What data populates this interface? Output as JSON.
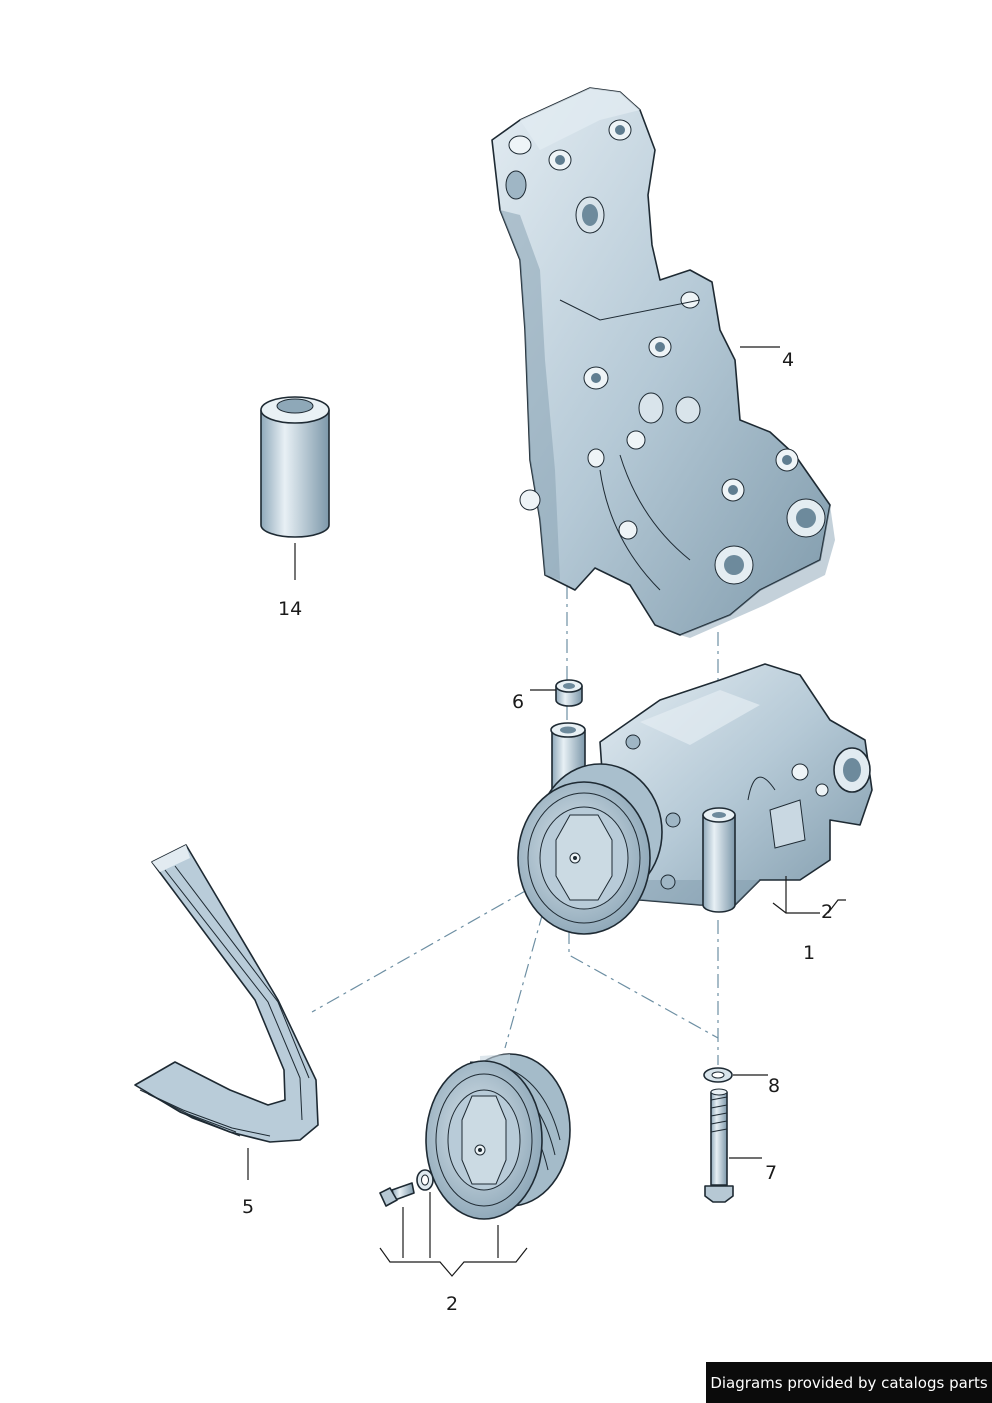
{
  "callouts": [
    {
      "id": "1",
      "label": "1"
    },
    {
      "id": "2a",
      "label": "2"
    },
    {
      "id": "2b",
      "label": "2"
    },
    {
      "id": "4",
      "label": "4"
    },
    {
      "id": "5",
      "label": "5"
    },
    {
      "id": "6",
      "label": "6"
    },
    {
      "id": "7",
      "label": "7"
    },
    {
      "id": "8",
      "label": "8"
    },
    {
      "id": "14",
      "label": "14"
    }
  ],
  "credit": "Diagrams provided by catalogs parts",
  "colors": {
    "part_fill": "#b7cad7",
    "part_light": "#dfe9ef",
    "part_shadow": "#7d98aa",
    "outline": "#1e2a33",
    "leader_dash": "#6d8fa3",
    "credit_bg": "#0b0b0b"
  }
}
